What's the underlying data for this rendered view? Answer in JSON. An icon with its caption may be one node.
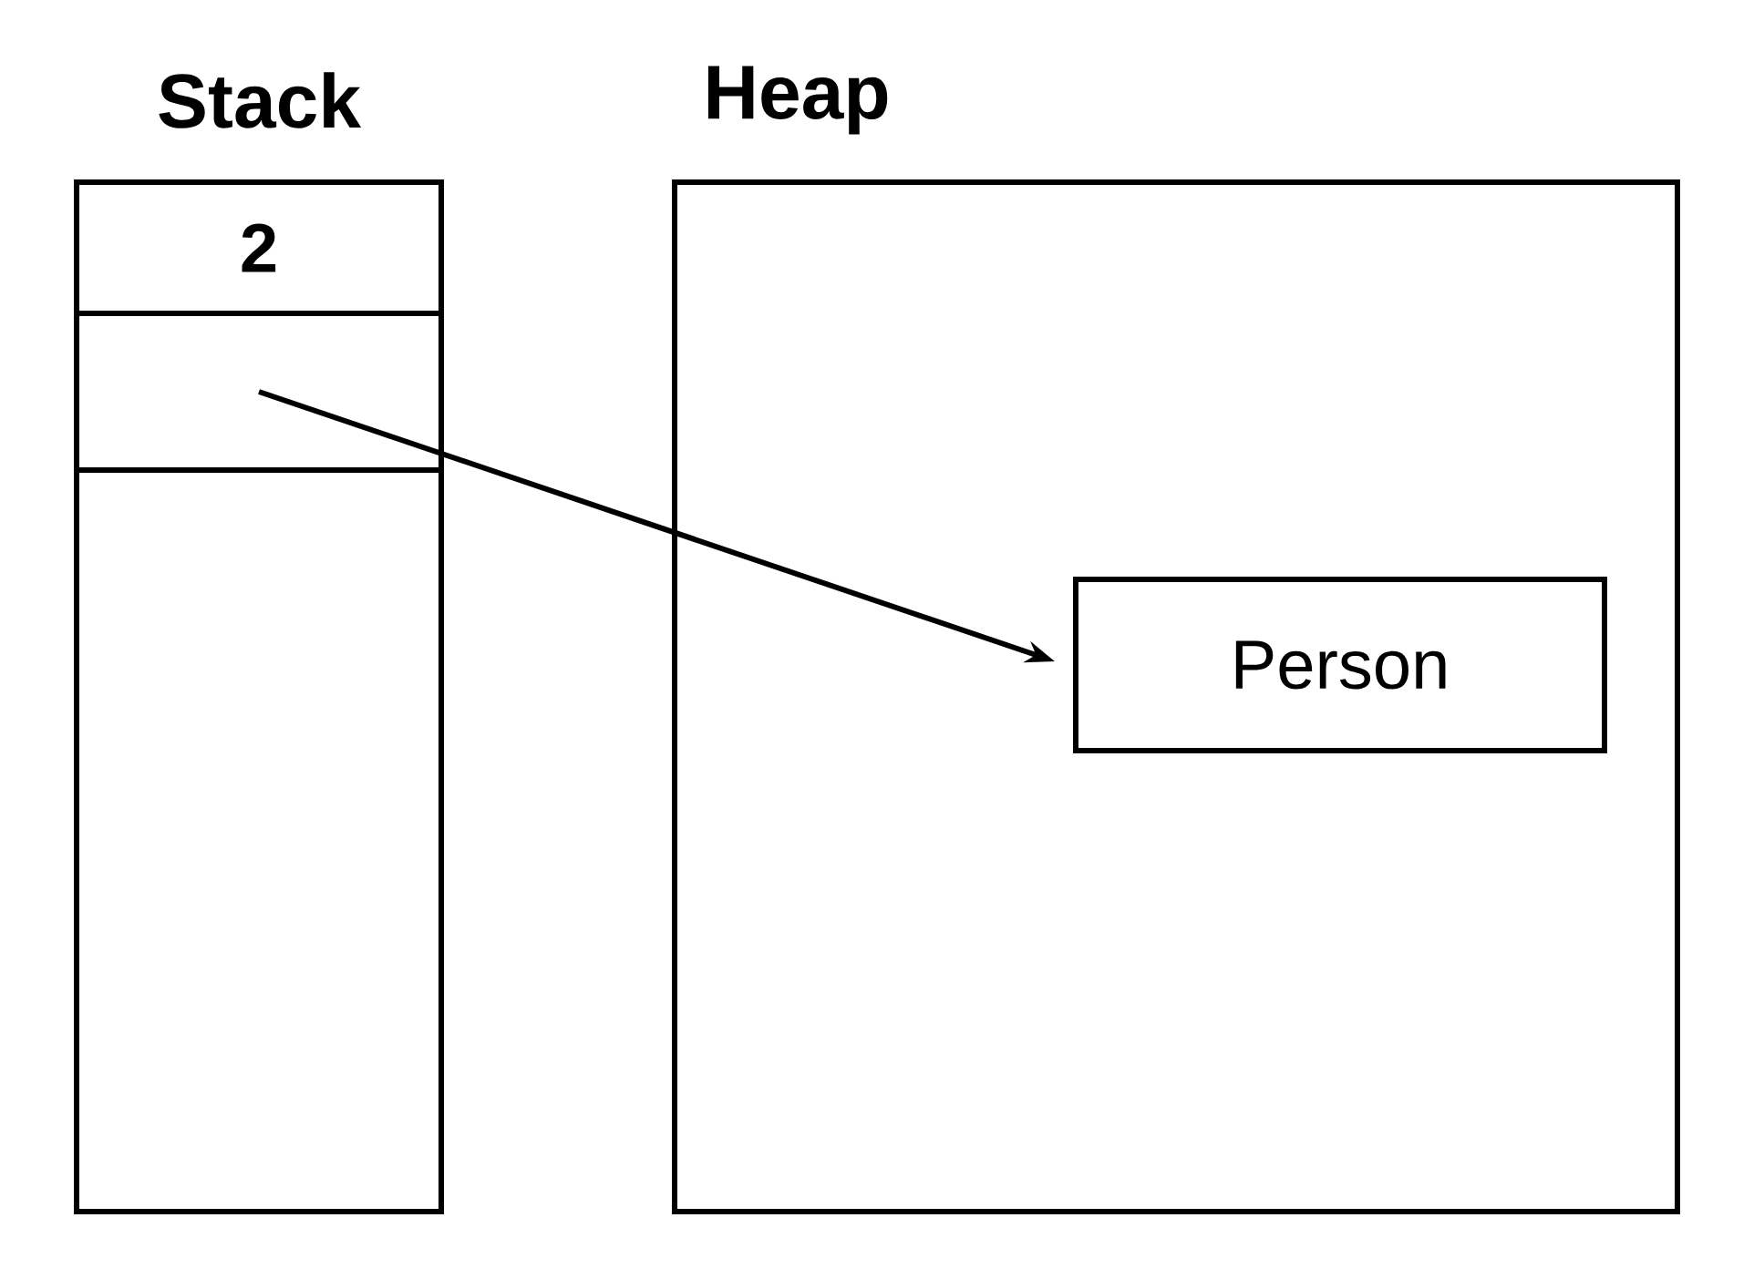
{
  "diagram": {
    "nodes": [
      {
        "text": [
          "Stack"
        ]
      },
      {
        "text": [
          "2"
        ],
        "in": 0
      },
      {
        "text": [],
        "shape": "box",
        "in": 0
      },
      {
        "text": [
          "Heap"
        ]
      },
      {
        "text": [
          "Person"
        ],
        "in": 3
      }
    ],
    "edges": [
      {
        "from": 2,
        "to": 4,
        "arrow": "to"
      }
    ]
  }
}
